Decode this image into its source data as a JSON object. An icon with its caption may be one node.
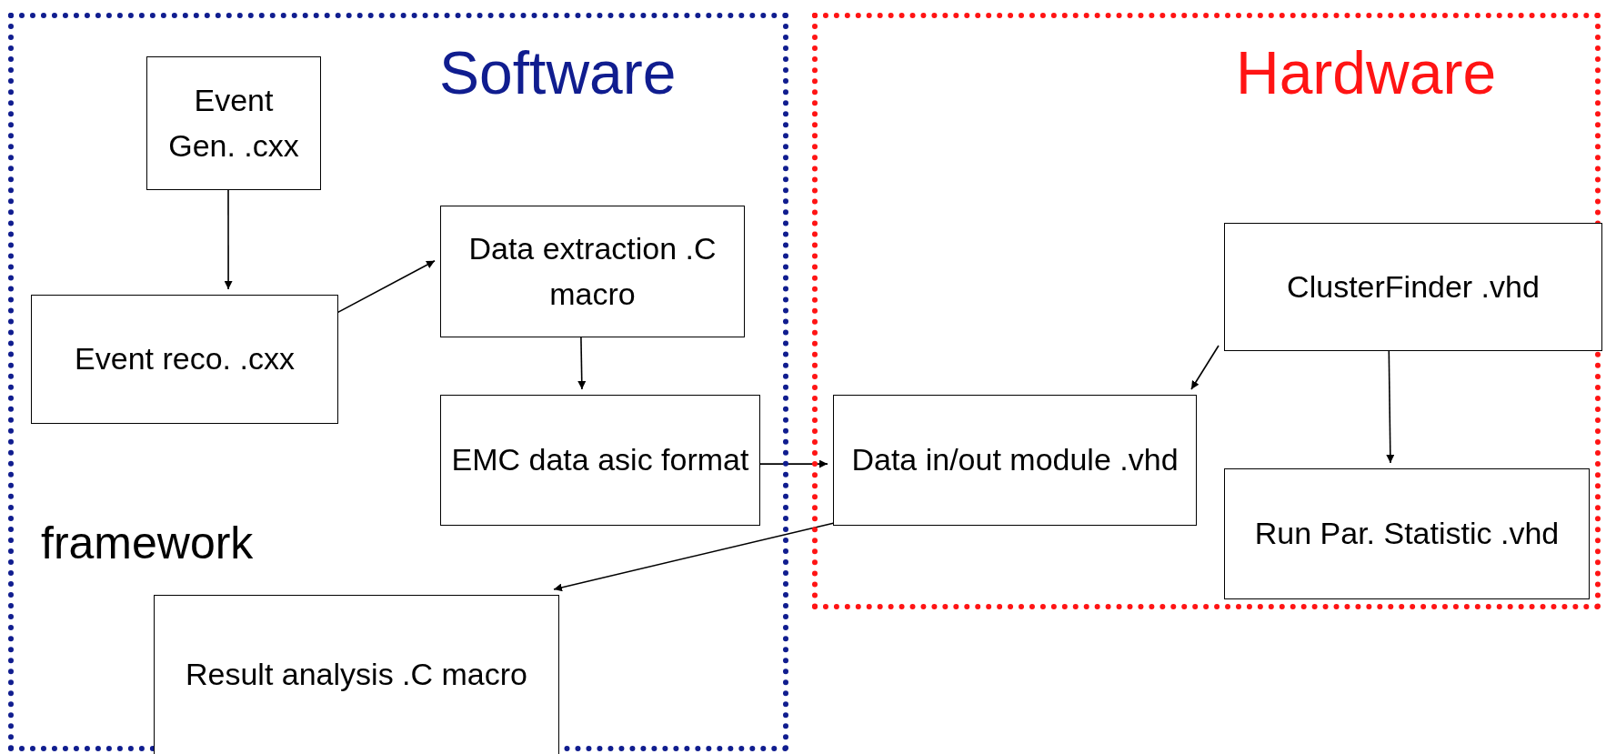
{
  "diagram": {
    "nodes": [
      {
        "text": [
          "Software"
        ]
      },
      {
        "text": [
          "Event Gen. .cxx"
        ],
        "in": 0
      },
      {
        "text": [
          "Event reco. .cxx"
        ],
        "in": 0
      },
      {
        "text": [
          "Data extraction .C macro"
        ],
        "in": 0
      },
      {
        "text": [
          "EMC data asic  format"
        ],
        "in": 0
      },
      {
        "text": [
          "Result analysis .C macro"
        ],
        "in": 0
      },
      {
        "text": [
          "Hardware"
        ]
      },
      {
        "text": [
          "Data in/out module .vhd"
        ],
        "in": 6
      },
      {
        "text": [
          "ClusterFinder .vhd"
        ],
        "in": 6
      },
      {
        "text": [
          "Run Par. Statistic .vhd"
        ],
        "in": 6
      }
    ],
    "edges": [
      {
        "from": 1,
        "to": 2,
        "arrow": "to"
      },
      {
        "from": 2,
        "to": 3,
        "arrow": "to"
      },
      {
        "from": 3,
        "to": 4,
        "arrow": "to"
      },
      {
        "from": 4,
        "to": 7,
        "arrow": "to"
      },
      {
        "from": 8,
        "to": 7,
        "arrow": "to"
      },
      {
        "from": 8,
        "to": 9,
        "arrow": "to"
      },
      {
        "from": 7,
        "to": 5,
        "arrow": "to"
      }
    ],
    "labels": [
      "framework"
    ]
  }
}
